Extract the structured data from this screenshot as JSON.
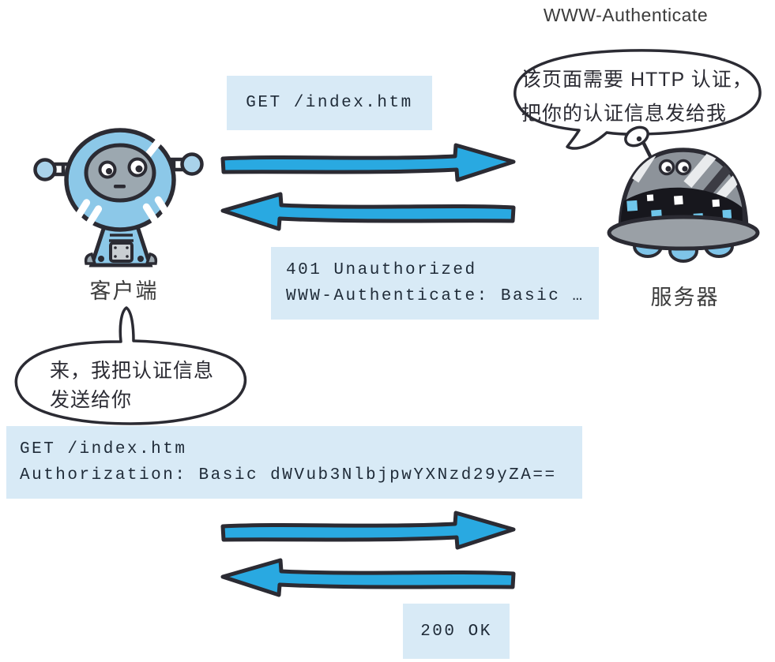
{
  "title": "WWW-Authenticate",
  "labels": {
    "client": "客户端",
    "server": "服务器"
  },
  "server_bubble": {
    "line1": "该页面需要 HTTP 认证，",
    "line2": "把你的认证信息发给我"
  },
  "client_bubble": {
    "line1": "来，我把认证信息",
    "line2": "发送给你"
  },
  "messages": {
    "request1": {
      "line1": "GET /index.htm"
    },
    "response1": {
      "line1": "401 Unauthorized",
      "line2": "WWW-Authenticate: Basic …"
    },
    "request2": {
      "line1": "GET /index.htm",
      "line2": "Authorization: Basic dWVub3NlbjpwYXNzd29yZA=="
    },
    "response2": {
      "line1": "200 OK"
    }
  },
  "icons": {
    "client_robot": "client-robot-illustration",
    "server_robot": "server-robot-illustration",
    "arrows": [
      "request-arrow-right",
      "response-arrow-left",
      "request-arrow-right",
      "response-arrow-left"
    ]
  },
  "colors": {
    "outline": "#2b2b33",
    "box_bg": "#d8eaf6",
    "mono_text": "#1f2b38",
    "arrow_fill": "#29a9e1",
    "robot_blue": "#8cc8e8",
    "robot_gray": "#9ca8b0",
    "server_gray": "#8d939a",
    "server_dark": "#17171d",
    "sq_blue": "#6fc6ea",
    "label_gray": "#3b3b3b"
  }
}
